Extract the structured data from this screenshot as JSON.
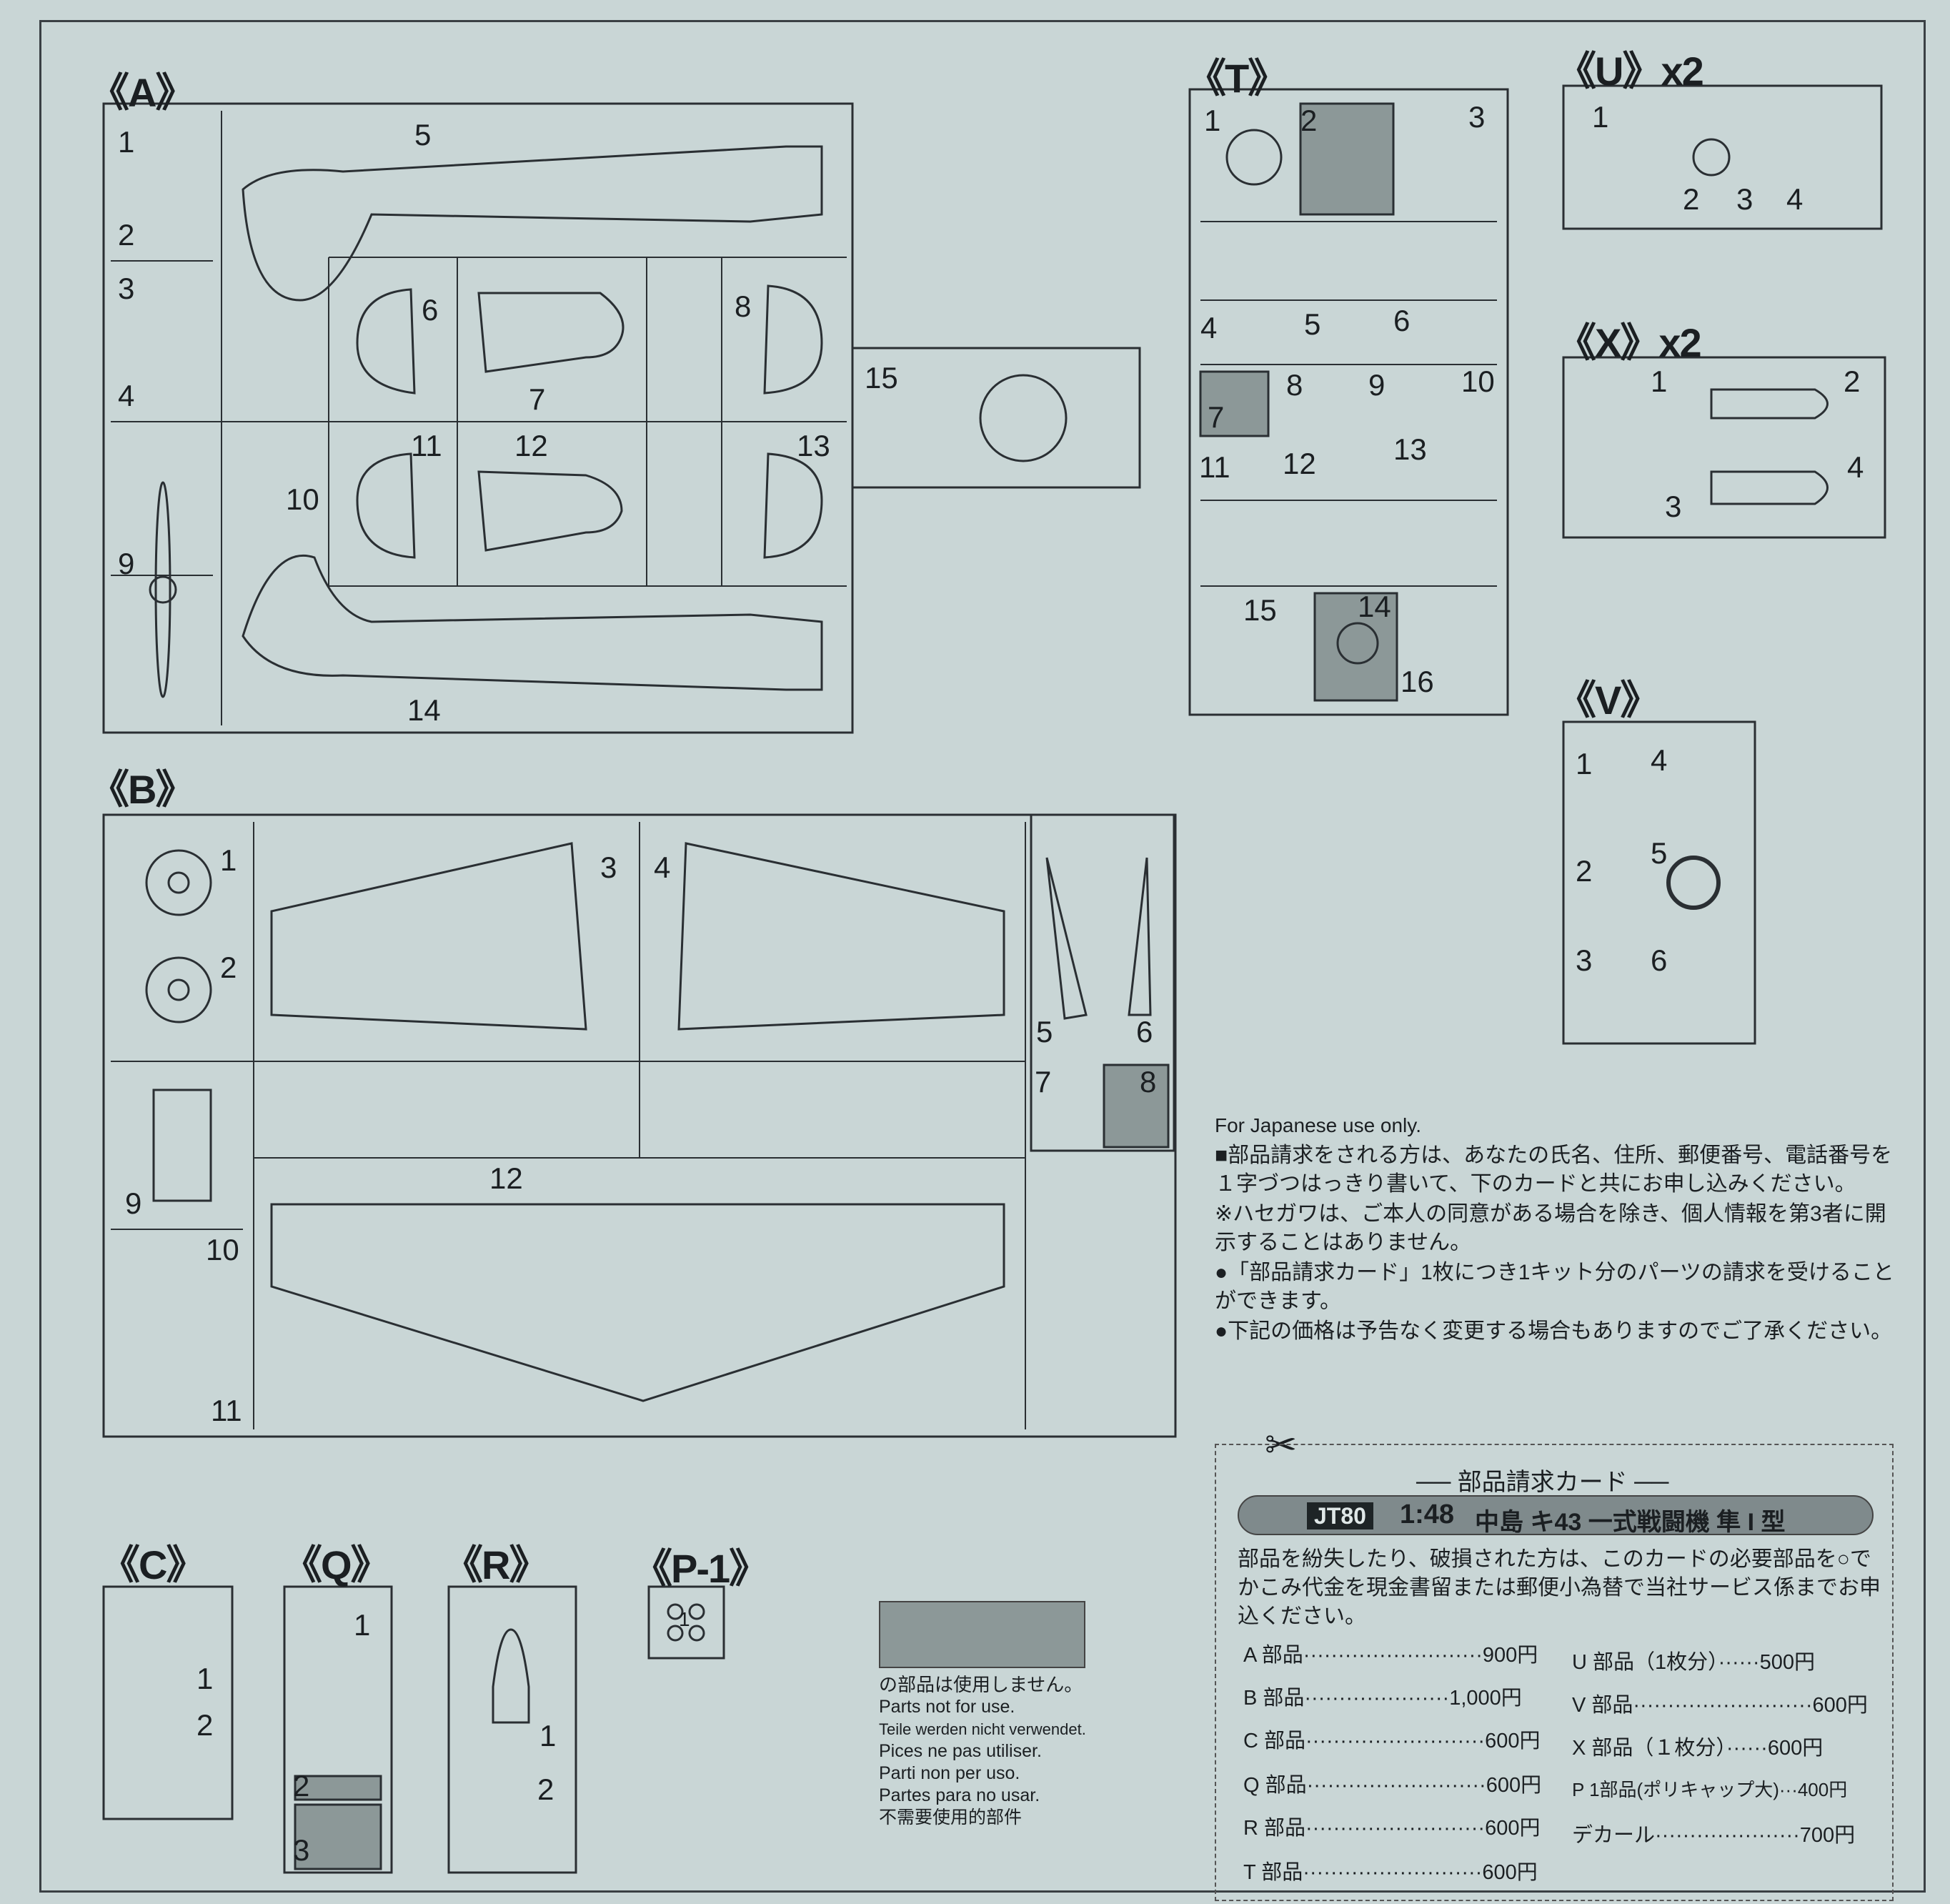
{
  "sprues": {
    "A": {
      "label": "《A》",
      "numbers": [
        "1",
        "2",
        "3",
        "4",
        "5",
        "6",
        "7",
        "8",
        "9",
        "10",
        "11",
        "12",
        "13",
        "14",
        "15"
      ]
    },
    "B": {
      "label": "《B》",
      "numbers": [
        "1",
        "2",
        "3",
        "4",
        "5",
        "6",
        "7",
        "8",
        "9",
        "10",
        "11",
        "12"
      ]
    },
    "T": {
      "label": "《T》",
      "numbers": [
        "1",
        "2",
        "3",
        "4",
        "5",
        "6",
        "7",
        "8",
        "9",
        "10",
        "11",
        "12",
        "13",
        "14",
        "15",
        "16"
      ]
    },
    "U": {
      "label": "《U》x2",
      "numbers": [
        "1",
        "2",
        "3",
        "4"
      ]
    },
    "X": {
      "label": "《X》x2",
      "numbers": [
        "1",
        "2",
        "3",
        "4"
      ]
    },
    "V": {
      "label": "《V》",
      "numbers": [
        "1",
        "2",
        "3",
        "4",
        "5",
        "6"
      ]
    },
    "C": {
      "label": "《C》",
      "numbers": [
        "1",
        "2"
      ]
    },
    "Q": {
      "label": "《Q》",
      "numbers": [
        "1",
        "2",
        "3"
      ]
    },
    "R": {
      "label": "《R》",
      "numbers": [
        "1",
        "2"
      ]
    },
    "P1": {
      "label": "《P-1》",
      "numbers": [
        "1"
      ]
    }
  },
  "unused_key": {
    "lines": [
      "の部品は使用しません。",
      "Parts not for use.",
      "Teile werden nicht verwendet.",
      "Pices  ne pas utiliser.",
      "Parti non per uso.",
      "Partes para no usar.",
      "不需要使用的部件"
    ]
  },
  "notes": {
    "en": "For Japanese use only.",
    "p1": "■部品請求をされる方は、あなたの氏名、住所、郵便番号、電話番号を１字づつはっきり書いて、下のカードと共にお申し込みください。",
    "p2": "※ハセガワは、ご本人の同意がある場合を除き、個人情報を第3者に開示することはありません。",
    "p3": "●「部品請求カード」1枚につき1キット分のパーツの請求を受けることができます。",
    "p4": "●下記の価格は予告なく変更する場合もありますのでご了承ください。"
  },
  "card": {
    "title": "── 部品請求カード ──",
    "kit_code": "JT80",
    "scale": "1:48",
    "kit_name": "中島 キ43 一式戦闘機 隼 I 型",
    "desc": "部品を紛失したり、破損された方は、このカードの必要部品を○でかこみ代金を現金書留または郵便小為替で当社サービス係までお申込ください。",
    "prices_left": [
      "A 部品··························900円",
      "B 部品·····················1,000円",
      "C 部品··························600円",
      "Q 部品··························600円",
      "R 部品··························600円",
      "T 部品··························600円"
    ],
    "prices_right": [
      "U 部品（1枚分）······500円",
      "V 部品··························600円",
      "X 部品（１枚分）······600円",
      "P 1部品(ポリキャップ大)···400円",
      "デカール·····················700円"
    ]
  },
  "colors": {
    "paper": "#c9d6d6",
    "ink": "#1b1f22",
    "unused_grey": "#8c9898"
  }
}
